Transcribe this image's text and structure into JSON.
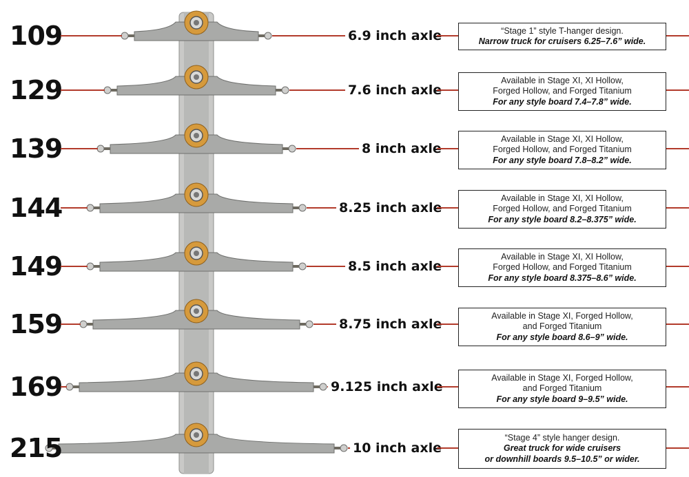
{
  "accent_line_color": "#b23a2a",
  "hanger_color": "#a9aaa8",
  "bushing_color": "#d69a3c",
  "rows": [
    {
      "size": "109",
      "axle": "6.9 inch axle",
      "desc_lines": [
        "“Stage 1” style T-hanger design."
      ],
      "desc_bold": [
        "Narrow truck for cruisers 6.25–7.6” wide."
      ]
    },
    {
      "size": "129",
      "axle": "7.6 inch axle",
      "desc_lines": [
        "Available in Stage XI, XI Hollow,",
        "Forged Hollow, and Forged Titanium"
      ],
      "desc_bold": [
        "For any style board 7.4–7.8” wide."
      ]
    },
    {
      "size": "139",
      "axle": "8 inch axle",
      "desc_lines": [
        "Available in Stage XI, XI Hollow,",
        "Forged Hollow, and Forged Titanium"
      ],
      "desc_bold": [
        "For any style board 7.8–8.2” wide."
      ]
    },
    {
      "size": "144",
      "axle": "8.25 inch axle",
      "desc_lines": [
        "Available in Stage XI, XI Hollow,",
        "Forged Hollow, and Forged Titanium"
      ],
      "desc_bold": [
        "For any style board 8.2–8.375” wide."
      ]
    },
    {
      "size": "149",
      "axle": "8.5 inch axle",
      "desc_lines": [
        "Available in Stage XI, XI Hollow,",
        "Forged Hollow, and Forged Titanium"
      ],
      "desc_bold": [
        "For any style board 8.375–8.6” wide."
      ]
    },
    {
      "size": "159",
      "axle": "8.75 inch axle",
      "desc_lines": [
        "Available in Stage XI, Forged Hollow,",
        "and Forged Titanium"
      ],
      "desc_bold": [
        "For any style board 8.6–9” wide."
      ]
    },
    {
      "size": "169",
      "axle": "9.125 inch axle",
      "desc_lines": [
        "Available in Stage XI, Forged Hollow,",
        "and Forged Titanium"
      ],
      "desc_bold": [
        "For any style board 9–9.5” wide."
      ]
    },
    {
      "size": "215",
      "axle": "10 inch axle",
      "desc_lines": [
        "“Stage 4” style hanger design."
      ],
      "desc_bold": [
        "Great truck for wide cruisers",
        "or downhill boards 9.5–10.5” or wider."
      ]
    }
  ]
}
